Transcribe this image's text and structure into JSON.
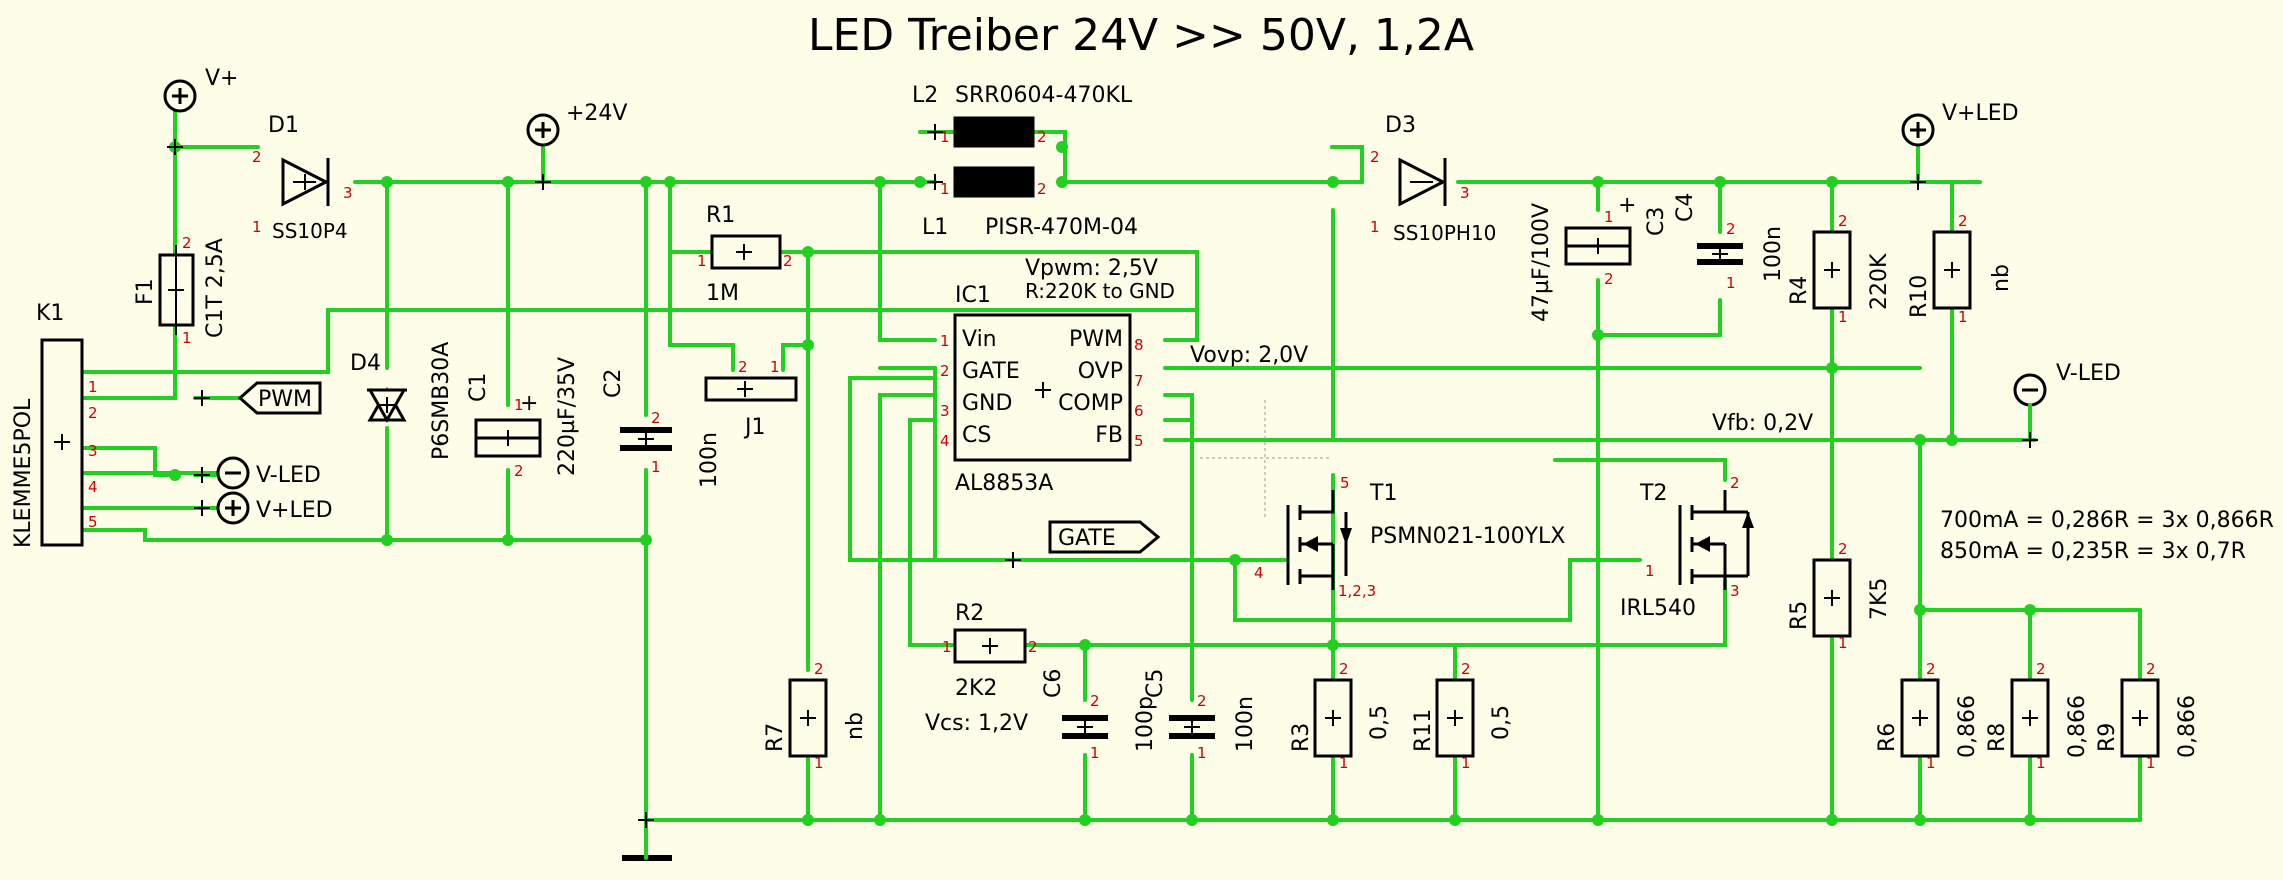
{
  "title": "LED Treiber 24V >> 50V, 1,2A",
  "labels": {
    "vplus": "V+",
    "v24": "+24V",
    "vplus_led": "V+LED",
    "vminus_led": "V-LED",
    "pwm": "PWM",
    "gate": "GATE",
    "vminus_led_conn": "V-LED",
    "vplus_led_conn": "V+LED",
    "vpwm": "Vpwm: 2,5V",
    "r_to_gnd": "R:220K to GND",
    "vovp": "Vovp: 2,0V",
    "vfb": "Vfb: 0,2V",
    "vcs": "Vcs: 1,2V",
    "note1": "700mA = 0,286R = 3x 0,866R",
    "note2": "850mA = 0,235R = 3x 0,7R"
  },
  "components": {
    "k1": {
      "name": "K1",
      "value": "KLEMME5POL"
    },
    "f1": {
      "name": "F1",
      "value": "C1T 2,5A"
    },
    "d1": {
      "name": "D1",
      "value": "SS10P4"
    },
    "d4": {
      "name": "D4",
      "value": "P6SMB30A"
    },
    "c1": {
      "name": "C1",
      "value": "220µF/35V"
    },
    "c2": {
      "name": "C2",
      "value": "100n"
    },
    "l2": {
      "name": "L2",
      "value": "SRR0604-470KL"
    },
    "l1": {
      "name": "L1",
      "value": "PISR-470M-04"
    },
    "r1": {
      "name": "R1",
      "value": "1M"
    },
    "j1": {
      "name": "J1"
    },
    "ic1": {
      "name": "IC1",
      "value": "AL8853A",
      "pins": {
        "vin": "Vin",
        "gate": "GATE",
        "gnd": "GND",
        "cs": "CS",
        "pwm": "PWM",
        "ovp": "OVP",
        "comp": "COMP",
        "fb": "FB"
      }
    },
    "r7": {
      "name": "R7",
      "value": "nb"
    },
    "r2": {
      "name": "R2",
      "value": "2K2"
    },
    "c6": {
      "name": "C6",
      "value": "100p"
    },
    "c5": {
      "name": "C5",
      "value": "100n"
    },
    "d3": {
      "name": "D3",
      "value": "SS10PH10"
    },
    "c3": {
      "name": "C3",
      "value": "47µF/100V"
    },
    "c4": {
      "name": "C4",
      "value": "100n"
    },
    "t1": {
      "name": "T1",
      "value": "PSMN021-100YLX",
      "pin_note": "1,2,3"
    },
    "t2": {
      "name": "T2",
      "value": "IRL540"
    },
    "r3": {
      "name": "R3",
      "value": "0,5"
    },
    "r11": {
      "name": "R11",
      "value": "0,5"
    },
    "r4": {
      "name": "R4",
      "value": "220K"
    },
    "r10": {
      "name": "R10",
      "value": "nb"
    },
    "r5": {
      "name": "R5",
      "value": "7K5"
    },
    "r6": {
      "name": "R6",
      "value": "0,866"
    },
    "r8": {
      "name": "R8",
      "value": "0,866"
    },
    "r9": {
      "name": "R9",
      "value": "0,866"
    }
  },
  "pin_numbers": {
    "p1": "1",
    "p2": "2",
    "p3": "3",
    "p4": "4",
    "p5": "5",
    "p6": "6",
    "p7": "7",
    "p8": "8"
  },
  "colors": {
    "wire": "#22d022",
    "background": "#fdfde8",
    "pin_number": "#d00000"
  }
}
